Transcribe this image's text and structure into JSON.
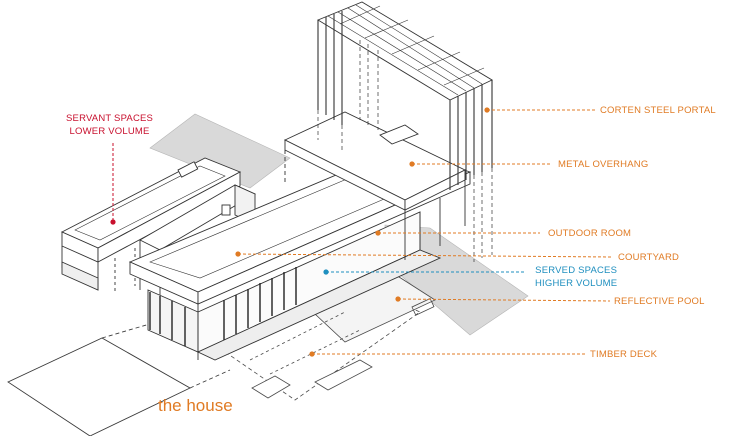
{
  "caption": "the house",
  "labels": {
    "corten_steel_portal": "CORTEN STEEL PORTAL",
    "metal_overhang": "METAL OVERHANG",
    "outdoor_room": "OUTDOOR ROOM",
    "courtyard": "COURTYARD",
    "served_spaces_line1": "SERVED SPACES",
    "served_spaces_line2": "HIGHER VOLUME",
    "reflective_pool": "REFLECTIVE POOL",
    "timber_deck": "TIMBER DECK",
    "servant_spaces_line1": "SERVANT SPACES",
    "servant_spaces_line2": "LOWER VOLUME"
  },
  "colors": {
    "orange": "#e07b24",
    "red": "#c8102e",
    "blue": "#1f8fbf",
    "shadow": "#d9d9d9",
    "line": "#3a3a3a"
  }
}
